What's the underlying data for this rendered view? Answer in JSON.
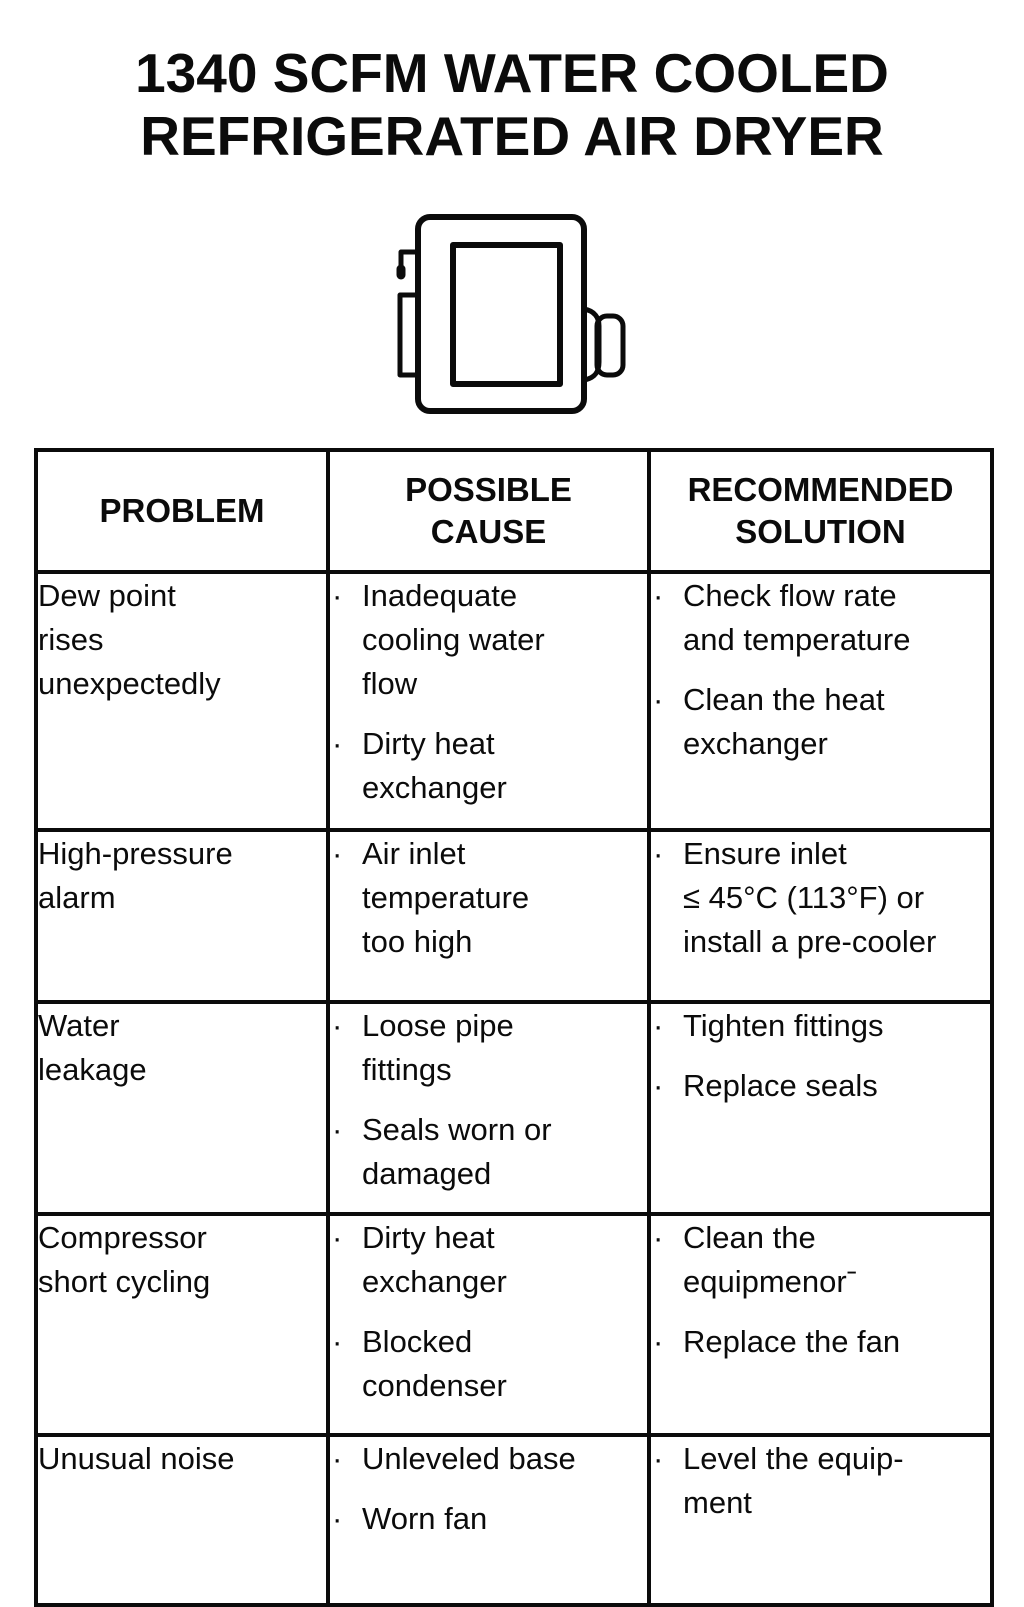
{
  "colors": {
    "text": "#0b0b0b",
    "border": "#0b0b0b",
    "background": "#ffffff"
  },
  "title": {
    "text": "1340 SCFM WATER COOLED\nREFRIGERATED AIR DRYER"
  },
  "icon": {
    "label": "air-dryer-unit"
  },
  "table": {
    "bullet": "·",
    "headers": {
      "problem": "PROBLEM",
      "cause": "POSSIBLE\nCAUSE",
      "solution": "RECOMMENDED\nSOLUTION"
    },
    "rows": [
      {
        "problem": "Dew point\nrises\nunexpectedly",
        "causes": [
          "Inadequate\ncooling water\nflow",
          "Dirty heat\nexchanger"
        ],
        "solutions": [
          "Check flow rate\nand temperature",
          "Clean the heat\nexchanger"
        ]
      },
      {
        "problem": "High-pressure\nalarm",
        "causes": [
          "Air inlet\ntemperature\ntoo high"
        ],
        "solutions": [
          "Ensure inlet\n≤ 45°C (113°F) or\ninstall a pre-cooler"
        ]
      },
      {
        "problem": "Water\nleakage",
        "causes": [
          "Loose pipe\nfittings",
          "Seals worn or\ndamaged"
        ],
        "solutions": [
          "Tighten fittings",
          "Replace seals"
        ]
      },
      {
        "problem": "Compressor\nshort cycling",
        "causes": [
          "Dirty heat\nexchanger",
          "Blocked\ncondenser"
        ],
        "solutions": [
          "Clean the\nequipmenorˉ",
          "Replace the fan"
        ]
      },
      {
        "problem": "Unusual noise",
        "causes": [
          "Unleveled base",
          "Worn fan"
        ],
        "solutions": [
          "Level the equip-\nment"
        ]
      }
    ]
  }
}
